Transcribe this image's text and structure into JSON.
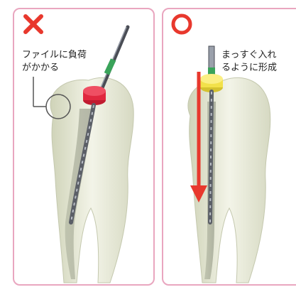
{
  "left_panel": {
    "symbol": "×",
    "caption_lines": [
      "ファイルに負荷",
      "がかかる"
    ]
  },
  "right_panel": {
    "symbol": "○",
    "caption_lines": [
      "まっすぐ入れ",
      "るように形成"
    ]
  },
  "colors": {
    "panel_border": "#e9a6bf",
    "mark_red": "#e8382d",
    "stopper_left": "#d9233a",
    "stopper_right": "#f2e14a",
    "tooth": "#e8ead8"
  }
}
